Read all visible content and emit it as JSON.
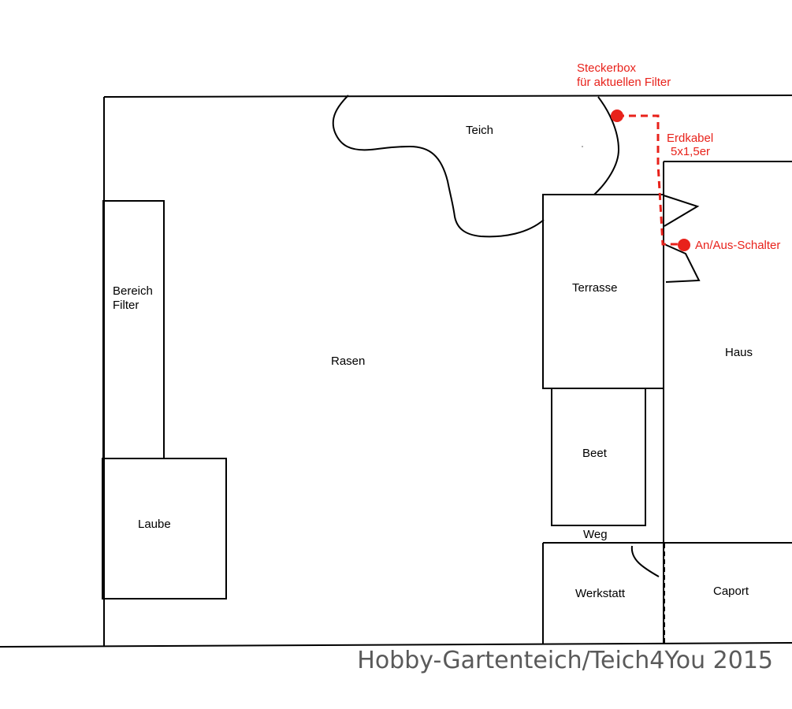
{
  "labels": {
    "steckerbox_line1": "Steckerbox",
    "steckerbox_line2": "für aktuellen Filter",
    "erdkabel_line1": "Erdkabel",
    "erdkabel_line2": "5x1,5er",
    "schalter": "An/Aus-Schalter",
    "teich": "Teich",
    "bereich_line1": "Bereich",
    "bereich_line2": "Filter",
    "rasen": "Rasen",
    "terrasse": "Terrasse",
    "haus": "Haus",
    "beet": "Beet",
    "laube": "Laube",
    "weg": "Weg",
    "werkstatt": "Werkstatt",
    "caport": "Caport"
  },
  "watermark": "Hobby-Gartenteich/Teich4You 2015",
  "colors": {
    "line": "#000000",
    "annotation": "#e8221b",
    "watermark": "#5a5a5a",
    "background": "#ffffff"
  }
}
